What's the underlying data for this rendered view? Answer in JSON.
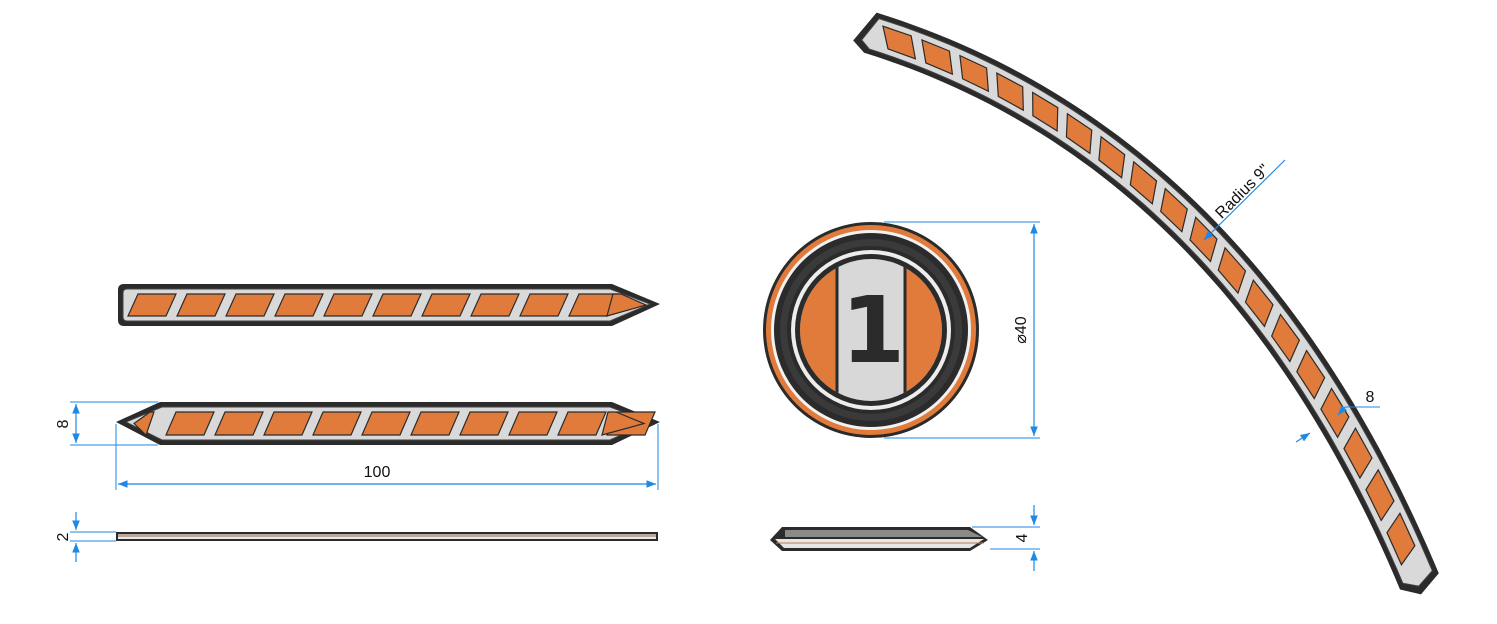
{
  "dimensions": {
    "strip_height": "8",
    "strip_length": "100",
    "strip_thickness": "2",
    "coin_diameter": "⌀40",
    "coin_thickness": "4",
    "curve_radius": "Radius 9\"",
    "curve_width": "8"
  },
  "coin": {
    "label": "1"
  },
  "colors": {
    "orange": "#e07b3c",
    "orange_light": "#e8884a",
    "dark": "#2b2b2b",
    "grey": "#d8d8d8",
    "dimension_blue": "#1e88e5"
  }
}
